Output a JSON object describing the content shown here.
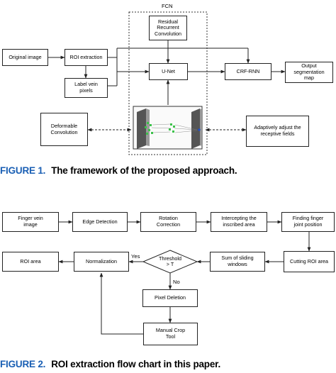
{
  "figure1": {
    "group_label": "FCN",
    "original_image": "Original image",
    "roi_extraction": "ROI extraction",
    "label_vein": "Label vein\npixels",
    "residual": "Residual\nRecurrent\nConvolution",
    "unet": "U-Net",
    "crf_rnn": "CRF-RNN",
    "output_map": "Output\nsegmentation\nmap",
    "deformable": "Deformable\nConvolution",
    "adaptive": "Adaptively adjust the\nreceptive fields",
    "caption_num": "FIGURE 1.",
    "caption_text": "The framework of the proposed approach."
  },
  "figure2": {
    "finger_vein": "Finger vein\nimage",
    "edge_detection": "Edge Detection",
    "rotation": "Rotation\nCorrection",
    "intercepting": "Intercepting the\ninscribed area",
    "finding_joint": "Finding finger\njoint position",
    "cutting_roi": "Cutting ROI area",
    "sum_sliding": "Sum of sliding\nwindows",
    "threshold": "Threshold\n> T",
    "yes": "Yes",
    "no": "No",
    "normalization": "Normalization",
    "roi_area": "ROI area",
    "pixel_deletion": "Pixel Deletion",
    "manual_crop": "Manual Crop\nTool",
    "caption_num": "FIGURE 2.",
    "caption_text": "ROI extraction flow chart in this paper."
  }
}
